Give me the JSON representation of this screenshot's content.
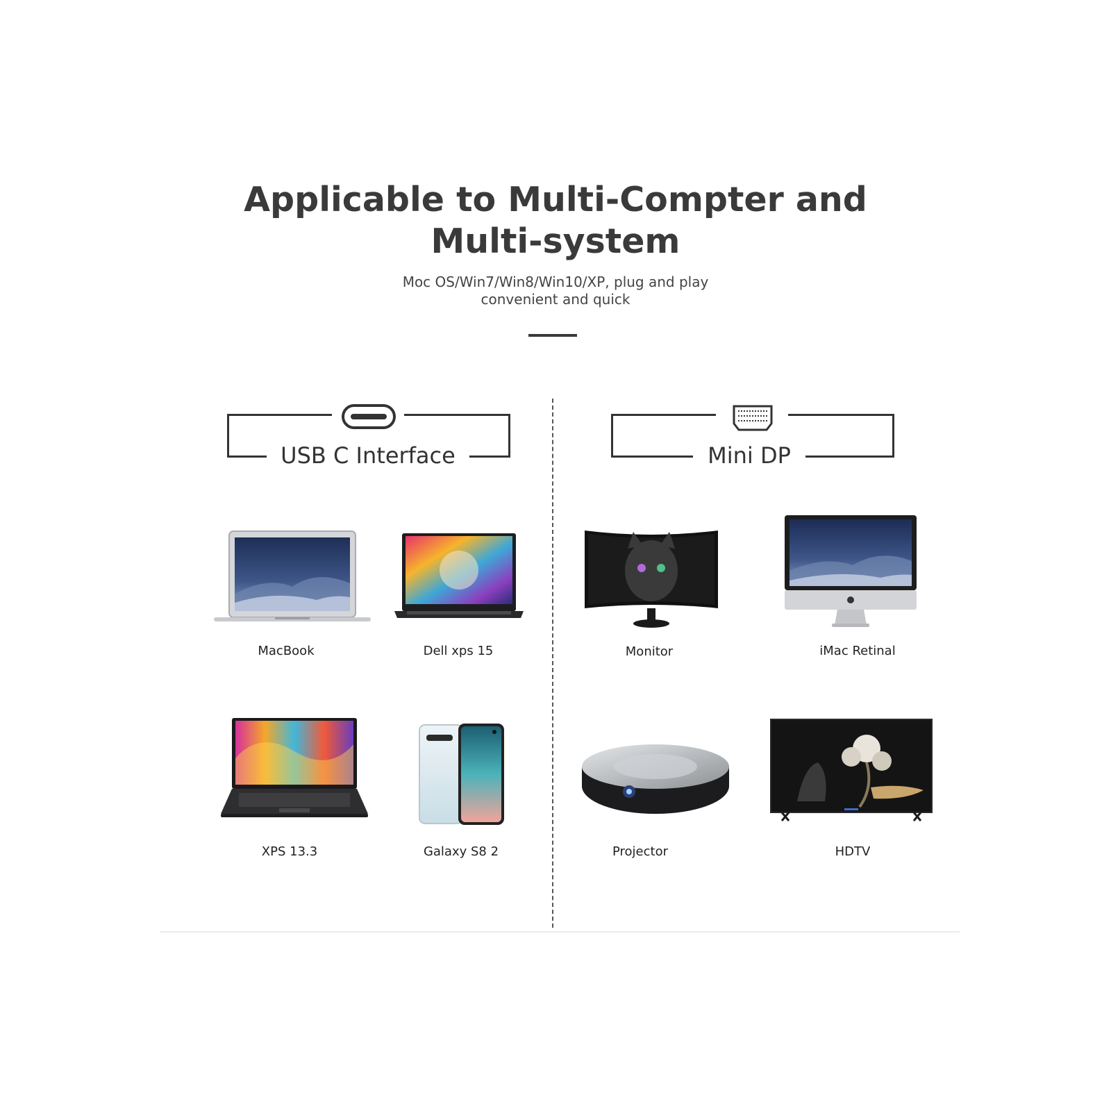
{
  "header": {
    "title_line1": "Applicable to Multi-Compter and",
    "title_line2": "Multi-system",
    "subtitle_line1": "Moc OS/Win7/Win8/Win10/XP, plug and play",
    "subtitle_line2": "convenient and quick"
  },
  "sections": {
    "left": {
      "label": "USB C Interface",
      "icon": "usb-c-port-icon",
      "devices": [
        {
          "label": "MacBook"
        },
        {
          "label": "Dell xps 15"
        },
        {
          "label": "XPS 13.3"
        },
        {
          "label": "Galaxy S8 2"
        }
      ]
    },
    "right": {
      "label": "Mini DP",
      "icon": "mini-displayport-icon",
      "devices": [
        {
          "label": "Monitor"
        },
        {
          "label": "iMac Retinal"
        },
        {
          "label": "Projector"
        },
        {
          "label": "HDTV"
        }
      ]
    }
  },
  "colors": {
    "text": "#333333",
    "rule": "#3a3a3a",
    "background": "#ffffff"
  }
}
